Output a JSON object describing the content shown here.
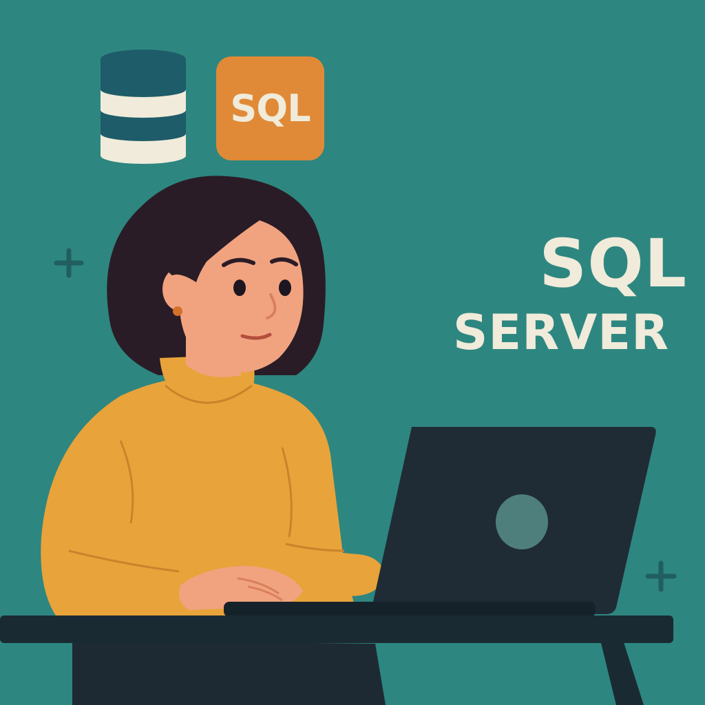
{
  "badge": {
    "label": "SQL"
  },
  "headline": {
    "line1": "SQL",
    "line2": "SERVER"
  },
  "icons": {
    "database": "database-icon",
    "sql_badge": "sql-badge-icon",
    "plus": "plus-icon",
    "laptop_logo": "laptop-logo-icon"
  },
  "colors": {
    "background": "#2e8680",
    "cream": "#f0ebda",
    "database_band": "#1d5c68",
    "badge_orange": "#e08a37",
    "sweater": "#e8a33a",
    "hair": "#2a1c26",
    "skin": "#f1a37f",
    "laptop": "#1f2c35",
    "desk": "#1a2a33",
    "laptop_logo": "#4f7f7d",
    "plus_mark": "#205e60"
  }
}
